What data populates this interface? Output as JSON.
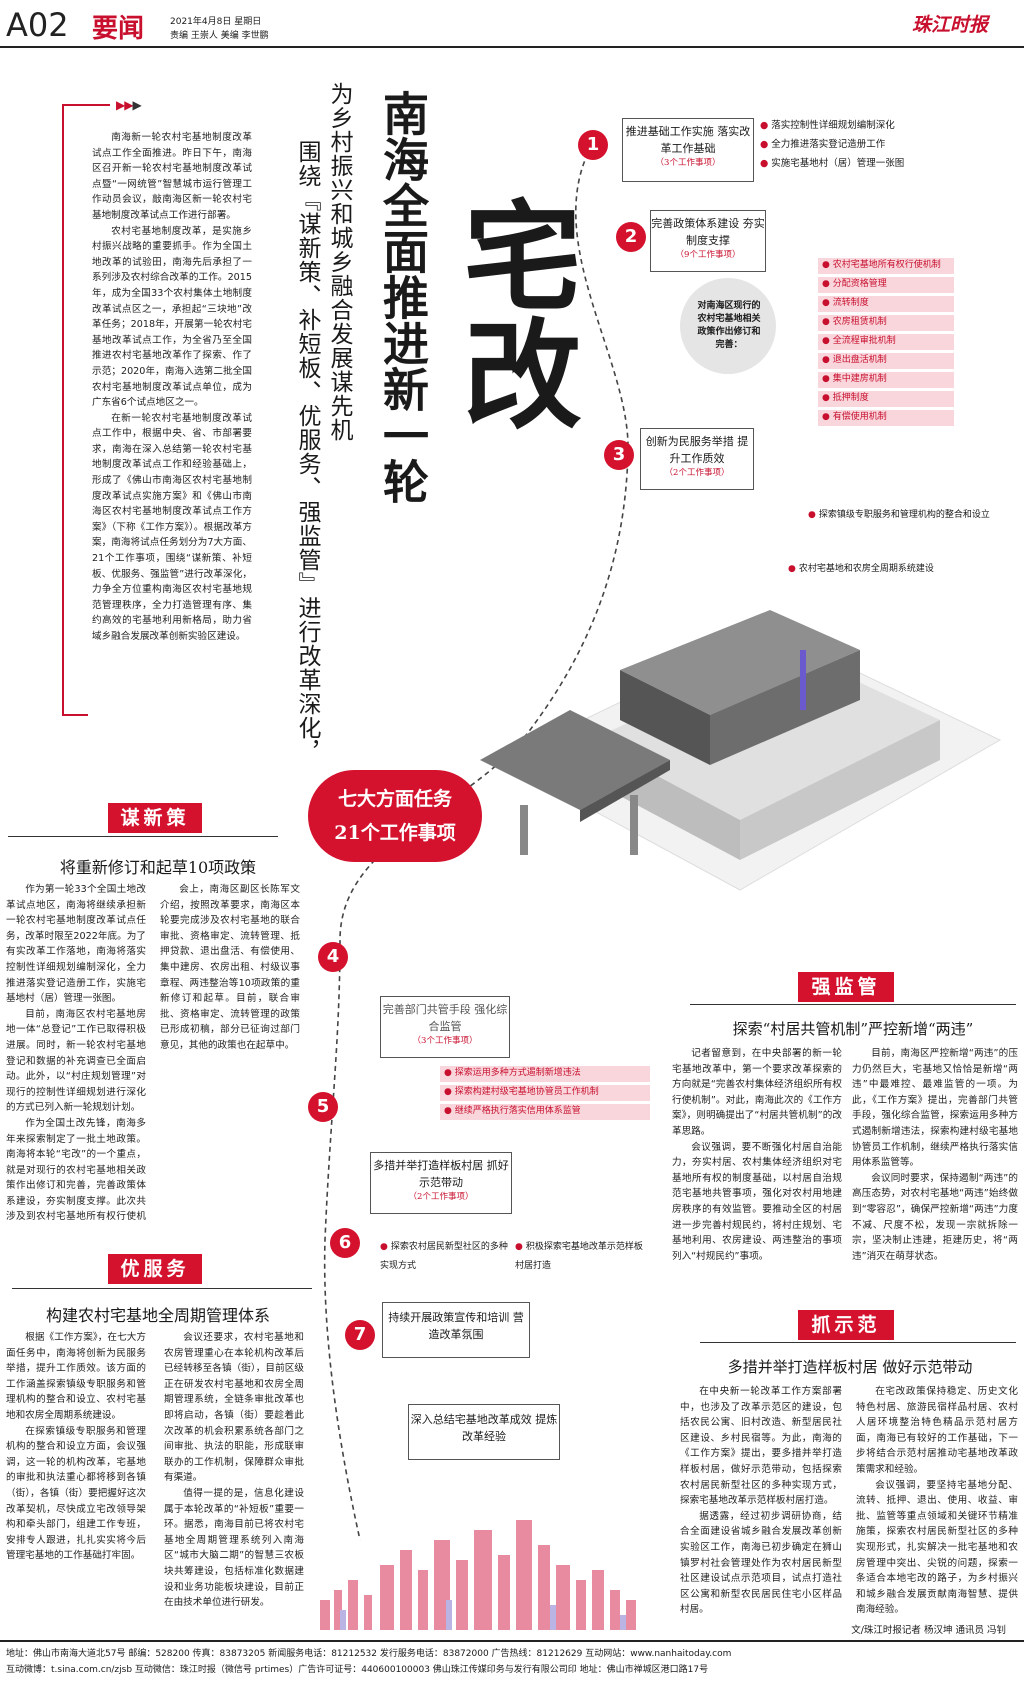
{
  "masthead": {
    "page": "A02",
    "section": "要闻",
    "date": "2021年4月8日 星期日",
    "editor": "责编 王崇人 美编 李世鹏",
    "paper": "珠江时报"
  },
  "headline": {
    "main_a": "南海全面推进新一轮",
    "big": "宅改",
    "sub": "为乡村振兴和城乡融合发展谋先机",
    "sub2": "围绕『谋新策、补短板、优服务、强监管』进行改革深化，"
  },
  "lead": {
    "paragraphs": [
      "南海新一轮农村宅基地制度改革试点工作全面推进。昨日下午，南海区召开新一轮农村宅基地制度改革试点暨“一网统管”智慧城市运行管理工作动员会议，敲南海区新一轮农村宅基地制度改革试点工作进行部署。",
      "农村宅基地制度改革，是实施乡村振兴战略的重要抓手。作为全国土地改革的试验田，南海先后承担了一系列涉及农村综合改革的工作。2015年，成为全国33个农村集体土地制度改革试点区之一，承担起“三块地”改革任务；2018年，开展第一轮农村宅基地改革试点工作，为全省乃至全国推进农村宅基地改革作了探索、作了示范；2020年，南海入选第二批全国农村宅基地制度改革试点单位，成为广东省6个试点地区之一。",
      "在新一轮农村宅基地制度改革试点工作中，根据中央、省、市部署要求，南海在深入总结第一轮农村宅基地制度改革试点工作和经验基础上，形成了《佛山市南海区农村宅基地制度改革试点实施方案》和《佛山市南海区农村宅基地制度改革试点工作方案》（下称《工作方案》）。根据改革方案，南海将试点任务划分为7大方面、21个工作事项，围绕“谋新策、补短板、优服务、强监管”进行改革深化，力争全方位重构南海区农村宅基地规范管理秩序，全力打造管理有序、集约高效的宅基地利用新格局，助力省域乡融合发展改革创新实验区建设。"
    ]
  },
  "steps": [
    {
      "n": "1",
      "title": "推进基础工作实施 落实改革工作基础",
      "count": "（3个工作事项）"
    },
    {
      "n": "2",
      "title": "完善政策体系建设 夯实制度支撑",
      "count": "（9个工作事项）"
    },
    {
      "n": "3",
      "title": "创新为民服务举措 提升工作质效",
      "count": "（2个工作事项）"
    },
    {
      "n": "4",
      "title": "完善部门共管手段 强化综合监管",
      "count": "（3个工作事项）"
    },
    {
      "n": "5",
      "title": "多措并举打造样板村居 抓好示范带动",
      "count": "（2个工作事项）"
    },
    {
      "n": "6",
      "title": "持续开展政策宣传和培训 营造改革氛围",
      "count": ""
    },
    {
      "n": "7",
      "title": "深入总结宅基地改革成效 提炼改革经验",
      "count": ""
    }
  ],
  "step1_items": [
    "落实控制性详细规划编制深化",
    "全力推进落实登记造册工作",
    "实施宅基地村（居）管理一张图"
  ],
  "step2_center": "对南海区现行的农村宅基地相关政策作出修订和完善：",
  "step2_items": [
    "农村宅基地所有权行使机制",
    "分配资格管理",
    "流转制度",
    "农房租赁机制",
    "全流程审批机制",
    "退出盘活机制",
    "集中建房机制",
    "抵押制度",
    "有偿使用机制"
  ],
  "step3_items": [
    "探索镇级专职服务和管理机构的整合和设立",
    "农村宅基地和农房全周期系统建设"
  ],
  "step4_items": [
    "探索运用多种方式遏制新增违法",
    "探索构建村级宅基地协管员工作机制",
    "继续严格执行落实信用体系监管"
  ],
  "step5_items": [
    "探索农村居民新型社区的多种实现方式",
    "积极探索宅基地改革示范样板村居打造"
  ],
  "center_badge": {
    "line1": "七大方面任务",
    "line2": "21个工作事项"
  },
  "sec_mou": {
    "tag": "谋新策",
    "title": "将重新修订和起草10项政策",
    "paragraphs": [
      "作为第一轮33个全国土地改革试点地区，南海将继续承担新一轮农村宅基地制度改革试点任务，改革时限至2022年底。为了有实改革工作落地，南海将落实控制性详细规划编制深化，全力推进落实登记造册工作，实施宅基地村（居）管理一张图。",
      "目前，南海区农村宅基地房地一体“总登记”工作已取得积极进展。同时，新一轮农村宅基地登记和数据的补充调查已全面启动。此外，以“村庄规划管理”对现行的控制性详细规划进行深化的方式已列入新一轮规划计划。",
      "作为全国土改先锋，南海多年来探索制定了一批土地政策。南海将本轮“宅改”的一个重点，就是对现行的农村宅基地相关政策作出修订和完善，完善政策体系建设，夯实制度支撑。此次共涉及到农村宅基地所有权行使机制、分配资格管理、流转制度、农房租赁机制、全流程审批机制、退出盘活机制、集中建房机制、抵押制度以及有偿使用机制等制度修订完善事项。",
      "会上，南海区副区长陈军文介绍，按照改革要求，南海区本轮要完成涉及农村宅基地的联合审批、资格审定、流转管理、抵押贷款、退出盘活、有偿使用、集中建房、农房出租、村级议事章程、两违整治等10项政策的重新修订和起草。目前，联合审批、资格审定、流转管理的政策已形成初稿，部分已征询过部门意见，其他的政策也在起草中。"
    ]
  },
  "sec_you": {
    "tag": "优服务",
    "title": "构建农村宅基地全周期管理体系",
    "paragraphs": [
      "根据《工作方案》，在七大方面任务中，南海将创新为民服务举措，提升工作质效。该方面的工作涵盖探索镇级专职服务和管理机构的整合和设立、农村宅基地和农房全周期系统建设。",
      "在探索镇级专职服务和管理机构的整合和设立方面，会议强调，这一轮的机构改革，宅基地的审批和执法重心都将移到各镇（街），各镇（街）要把握好这次改革契机，尽快成立宅改领导架构和牵头部门，组建工作专班，安排专人跟进，扎扎实实将今后管理宅基地的工作基础打牢固。",
      "会议还要求，农村宅基地和农房管理重心在本轮机构改革后已经转移至各镇（街），目前区级正在研发农村宅基地和农房全周期管理系统，全链条审批改革也即将启动，各镇（街）要趁着此次改革的机会积累系统各部门之间审批、执法的职能，形成联审联办的工作机制，保障群众审批有渠道。",
      "值得一提的是，信息化建设属于本轮改革的“补短板”重要一环。据悉，南海目前已将农村宅基地全周期管理系统列入南海区“城市大脑二期”的智慧三农板块共筹建设，包括标准化数据建设和业务功能板块建设，目前正在由技术单位进行研发。"
    ]
  },
  "sec_qiang": {
    "tag": "强监管",
    "title": "探索“村居共管机制”严控新增“两违”",
    "paragraphs": [
      "记者留意到，在中央部署的新一轮宅基地改革中，第一个要求改革探索的方向就是“完善农村集体经济组织所有权行使机制”。对此，南海此次的《工作方案》，则明确提出了“村居共管机制”的改革思路。",
      "会议强调，要不断强化村居自治能力，夯实村居、农村集体经济组织对宅基地所有权的制度基础，以村居自治规范宅基地共管事项，强化对农村用地建房秩序的有效监管。要推动全区的村居进一步完善村规民约，将村庄规划、宅基地利用、农房建设、两违整治的事项列入“村规民约”事项。",
      "目前，南海区严控新增“两违”的压力仍然巨大，宅基地又恰恰是新增“两违”中最难控、最难监管的一项。为此，《工作方案》提出，完善部门共管手段，强化综合监管，探索运用多种方式遏制新增违法，探索构建村级宅基地协管员工作机制，继续严格执行落实信用体系监管等。",
      "会议同时要求，保持遏制“两违”的高压态势，对农村宅基地“两违”始终做到“零容忍”，确保严控新增“两违”力度不减、尺度不松，发现一宗就拆除一宗，坚决制止违建，拒建历史，将“两违”消灭在萌芽状态。"
    ]
  },
  "sec_zhua": {
    "tag": "抓示范",
    "title": "多措并举打造样板村居 做好示范带动",
    "paragraphs": [
      "在中央新一轮改革工作方案部署中，也涉及了改革示范区的建设，包括农民公寓、旧村改造、新型居民社区建设、乡村民宿等。为此，南海的《工作方案》提出，要多措并举打造样板村居，做好示范带动，包括探索农村居民新型社区的多种实现方式，探索宅基地改革示范样板村居打造。",
      "据透露，经过初步调研协商，结合全面建设省城乡融合发展改革创新实验区工作，南海已初步确定在狮山镇罗村社会管理处作为农村居民新型社区建设试点示范项目，试点打造社区公寓和新型农民居民住宅小区样品村居。",
      "在宅改政策保持稳定、历史文化特色村居、旅游民宿样品村居、农村人居环境整治特色精品示范村居方面，南海已有较好的工作基础，下一步将结合示范村居推动宅基地改革政策需求和经验。",
      "会议强调，要坚持宅基地分配、流转、抵押、退出、使用、收益、审批、监管等重点领域和关键环节精准施策，探索农村居民新型社区的多种实现形式，扎实解决一批宅基地和农房管理中突出、尖锐的问题，探索一条适合本地宅改的路子，为乡村振兴和城乡融合发展贡献南海智慧、提供南海经验。"
    ]
  },
  "byline": "文/珠江时报记者 杨汉坤 通讯员 冯钊",
  "footer": {
    "line1": "地址：佛山市南海大道北57号  邮编：528200  传真：83873205  新闻服务电话：81212532  发行服务电话：83872000  广告热线：81212629  互动网站：www.nanhaitoday.com",
    "line2": "互动微博：t.sina.com.cn/zjsb  互动微信：珠江时报（微信号 prtimes）广告许可证号：440600100003  佛山珠江传媒印务与发行有限公司印  地址：佛山市禅城区港口路17号"
  },
  "colors": {
    "accent": "#c8102e",
    "pink": "#f8d6dc"
  },
  "icons": [
    "triangle-arrow-icon"
  ]
}
